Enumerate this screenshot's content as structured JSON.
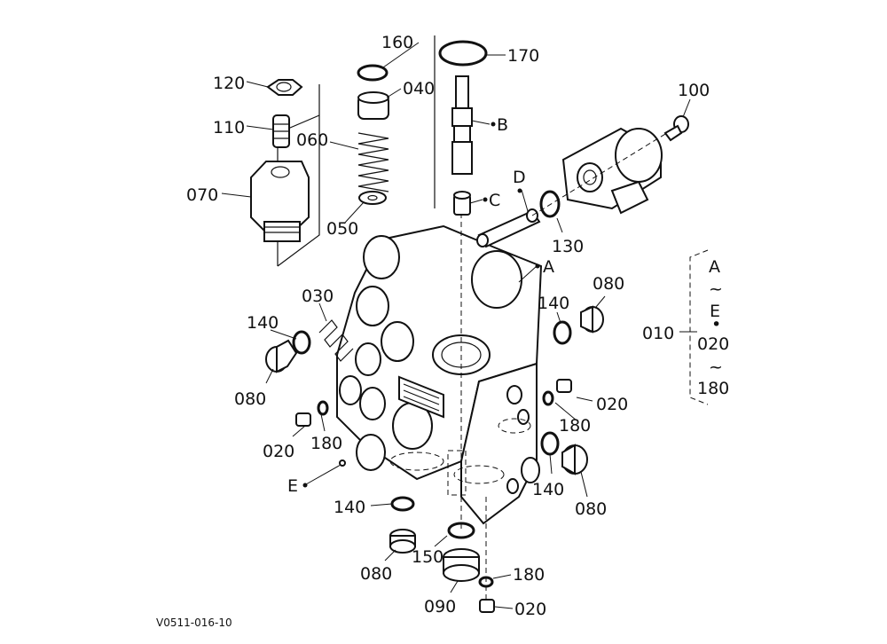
{
  "labels": {
    "p010": "010",
    "p020": "020",
    "p030": "030",
    "p040": "040",
    "p050": "050",
    "p060": "060",
    "p070": "070",
    "p080": "080",
    "p090": "090",
    "p100": "100",
    "p110": "110",
    "p120": "120",
    "p130": "130",
    "p140": "140",
    "p150": "150",
    "p160": "160",
    "p170": "170",
    "p180": "180",
    "ref_a": "A",
    "ref_b": "B",
    "ref_c": "C",
    "ref_d": "D",
    "ref_e": "E"
  },
  "bracket": {
    "line1": "A",
    "line2": "~",
    "line3": "E",
    "line4": "•",
    "line5": "020",
    "line6": "~",
    "line7": "180"
  },
  "figure_code": "V0511-016-10"
}
